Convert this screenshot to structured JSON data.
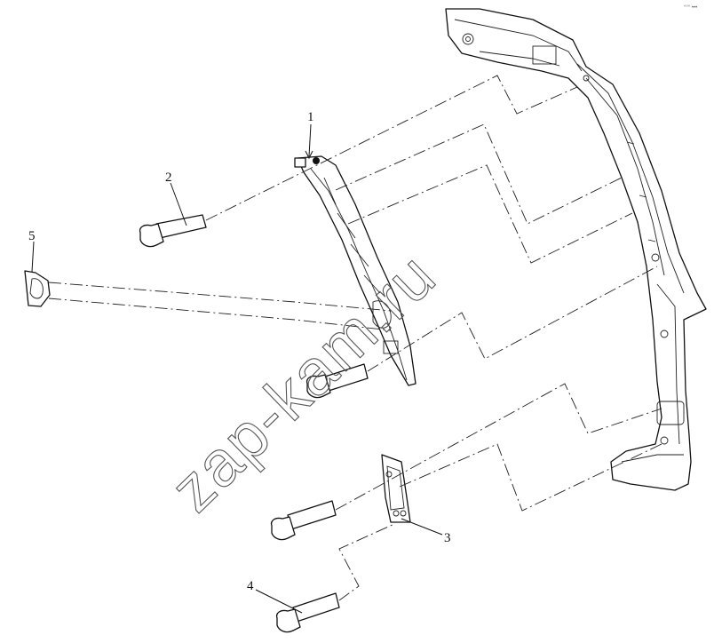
{
  "watermark": "zap-kam.ru",
  "corner_mark": "°°° •••",
  "callouts": [
    {
      "id": "1",
      "text": "1"
    },
    {
      "id": "2",
      "text": "2"
    },
    {
      "id": "3",
      "text": "3"
    },
    {
      "id": "4",
      "text": "4"
    },
    {
      "id": "5",
      "text": "5"
    }
  ]
}
